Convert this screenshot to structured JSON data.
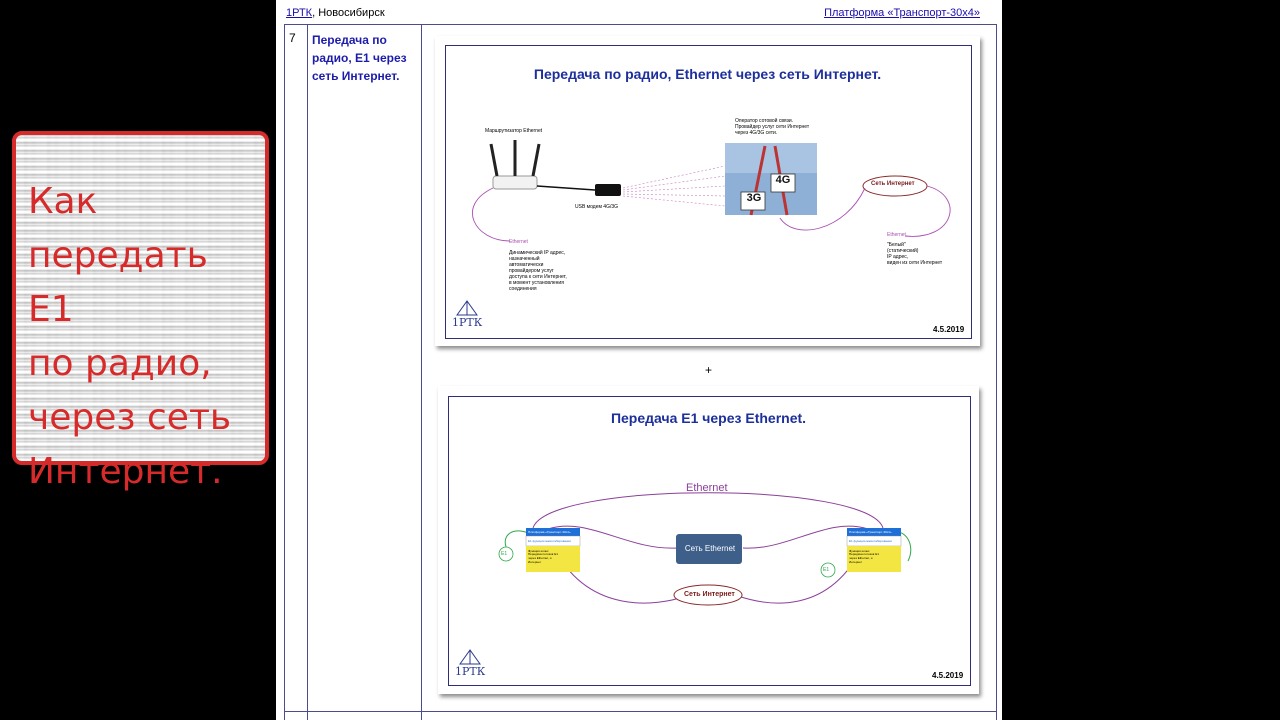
{
  "left_card": {
    "text": "Как\nпередать Е1\nпо радио,\nчерез сеть\nИнтернет."
  },
  "header": {
    "org_link": "1РТК",
    "org_city": ", Новосибирск",
    "platform_link": "Платформа «Транспорт-30х4»"
  },
  "row": {
    "number": "7",
    "title": "Передача по радио, Е1 через сеть Интернет."
  },
  "plus_sign": "+",
  "slide1": {
    "title": "Передача по радио, Ethernet через сеть Интернет.",
    "router_label": "Маршрутизатор Ethernet",
    "usb_label": "USB модем 4G/3G",
    "operator_label": "Оператор сотовой связи.\nПровайдер услуг сети Интернет\nчерез 4G/3G сети.",
    "badge_3g": "3G",
    "badge_4g": "4G",
    "internet_cloud": "Сеть Интернет",
    "ethernet_left": "Ethernet",
    "dynamic_ip": "Динамический IP адрес,\nназначенный\nавтоматически\nпровайдером услуг\nдоступа к сети Интернет,\nв момент установления\nсоединения",
    "ethernet_right": "Ethernet",
    "static_ip": "\"Белый\"\n(статический)\nIP адрес,\nвиден из сети Интернет",
    "logo": "1РТК",
    "date": "4.5.2019"
  },
  "slide2": {
    "title": "Передача Е1 через Ethernet.",
    "ethernet_label": "Ethernet",
    "switch_label": "Сеть Ethernet",
    "internet_cloud": "Сеть Интернет",
    "e1_left": "E1",
    "e1_right": "E1",
    "device_header": "Платформа «Транспорт-30х4»",
    "device_subheader": "E1 функции масштабирования",
    "device_func_title": "Функция шлюз",
    "device_func_text": "Передача потоков Е1\nчерез Ethernet, и\nИнтернет",
    "logo": "1РТК",
    "date": "4.5.2019"
  },
  "colors": {
    "card_red": "#d62b2b",
    "title_blue": "#1d2f9b",
    "line_purple": "#8b3f9a",
    "e1_green": "#2ea84a"
  }
}
